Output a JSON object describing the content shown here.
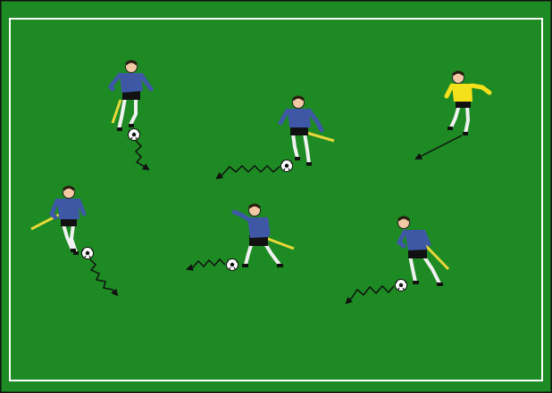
{
  "pitch": {
    "grass_color": "#1d8a23",
    "grass_dark": "#177a1d",
    "border_color": "#111111",
    "line_color": "#ffffff"
  },
  "players": [
    {
      "id": "player-1",
      "role": "dribbler",
      "shirt_color": "#3f58a6",
      "shorts_color": "#111111",
      "cone_color": "#e8d83a"
    },
    {
      "id": "player-2",
      "role": "dribbler",
      "shirt_color": "#3f58a6",
      "shorts_color": "#111111",
      "cone_color": "#e8d83a"
    },
    {
      "id": "player-3",
      "role": "defender",
      "shirt_color": "#f5e01c",
      "shorts_color": "#111111"
    },
    {
      "id": "player-4",
      "role": "dribbler",
      "shirt_color": "#3f58a6",
      "shorts_color": "#111111",
      "cone_color": "#e8d83a"
    },
    {
      "id": "player-5",
      "role": "dribbler",
      "shirt_color": "#3f58a6",
      "shorts_color": "#111111",
      "cone_color": "#e8d83a"
    },
    {
      "id": "player-6",
      "role": "dribbler",
      "shirt_color": "#3f58a6",
      "shorts_color": "#111111",
      "cone_color": "#e8d83a"
    }
  ],
  "ball": {
    "color": "#ffffff",
    "patch_color": "#111111",
    "icon": "soccer-ball-icon"
  },
  "arrows": {
    "dribble_style": "zigzag",
    "run_style": "straight",
    "color": "#111111"
  }
}
